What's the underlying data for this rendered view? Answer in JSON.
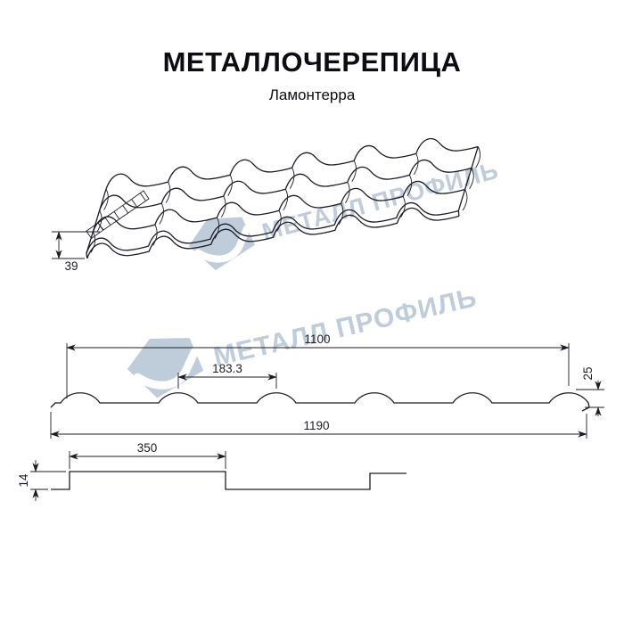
{
  "header": {
    "title": "МЕТАЛЛОЧЕРЕПИЦА",
    "subtitle": "Ламонтерра"
  },
  "watermark": {
    "text": "МЕТАЛЛ ПРОФИЛЬ"
  },
  "colors": {
    "line": "#1c1c26",
    "title": "#0c0c12",
    "watermark": "#b9c7d7",
    "background": "#ffffff"
  },
  "diagrams": {
    "perspective": {
      "profile_height_mm": "39"
    },
    "cross_section": {
      "cover_width_mm": "1100",
      "wave_pitch_mm": "183.3",
      "wave_height_mm": "25",
      "total_width_mm": "1190"
    },
    "step": {
      "length_mm": "350",
      "height_mm": "14"
    }
  }
}
